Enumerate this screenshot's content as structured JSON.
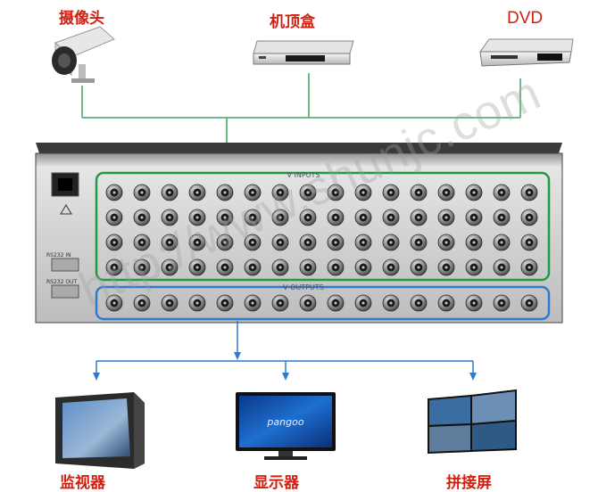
{
  "sources": {
    "camera": "摄像头",
    "settop": "机顶盒",
    "dvd": "DVD"
  },
  "outputs": {
    "monitor": "监视器",
    "display": "显示器",
    "videowall": "拼接屏"
  },
  "device": {
    "inputs_label": "V INPUTS",
    "outputs_label": "V OUTPUTS",
    "rs232_in": "RS232 IN",
    "rs232_out": "RS232 OUT",
    "input_rows": 4,
    "input_cols": 16,
    "output_cols": 16
  },
  "display_brand": "pangoo",
  "watermark": "http://www.shunjc.com",
  "colors": {
    "label": "#d21f10",
    "line_green": "#3ca562",
    "input_box": "#1f9a45",
    "line_blue": "#2c7bd0",
    "output_box": "#2c7bd0",
    "panel": "#d4d4d4"
  }
}
